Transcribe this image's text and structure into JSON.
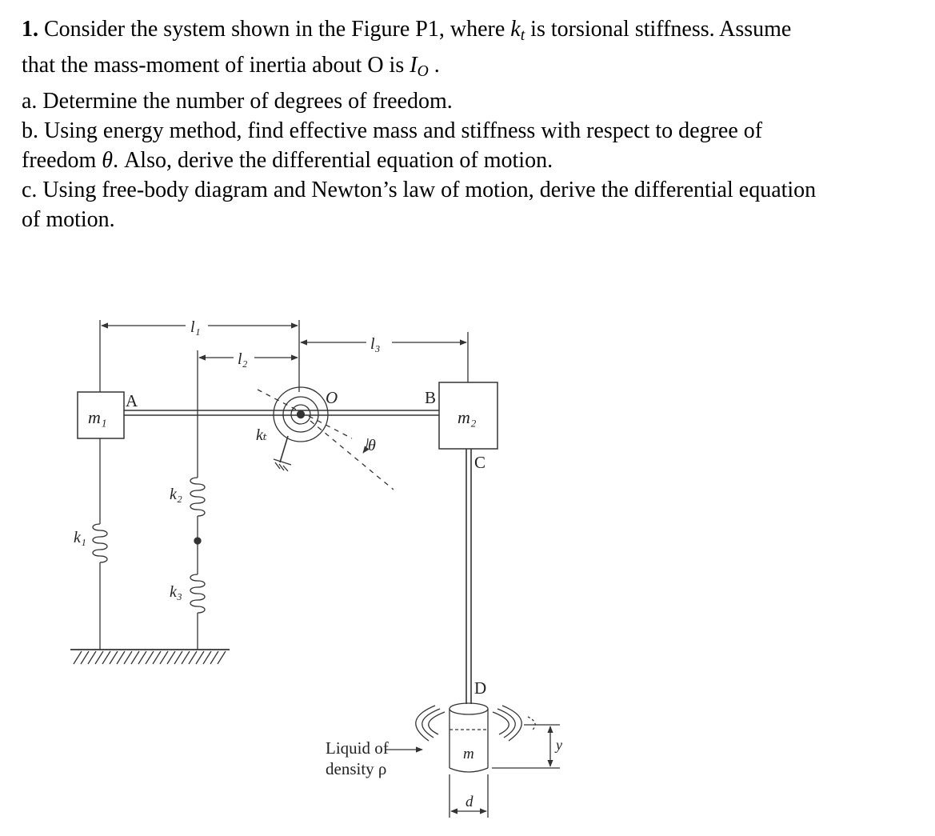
{
  "problem": {
    "number": "1.",
    "line1_pre": " Consider the system shown in the Figure P1, where ",
    "kt_base": "k",
    "kt_sub": "t",
    "line1_post": " is torsional stiffness. Assume",
    "line2_pre": "that the mass-moment of inertia about O is ",
    "io_base": "I",
    "io_sub": "O",
    "line2_post": " .",
    "part_a": "a. Determine the number of degrees of freedom.",
    "part_b_1": "b. Using energy method, find effective mass and stiffness with respect to degree of",
    "part_b_2_pre": "freedom ",
    "theta": "θ",
    "part_b_2_post": ". Also, derive the differential equation of motion.",
    "part_c_1": "c. Using free-body diagram and Newton’s law of motion, derive the differential equation",
    "part_c_2": "of motion."
  },
  "figure": {
    "labels": {
      "l1": "l₁",
      "l2": "l₂",
      "l3": "l₃",
      "A": "A",
      "O": "O",
      "B": "B",
      "C": "C",
      "D": "D",
      "m1": "m₁",
      "m2": "m₂",
      "m": "m",
      "kt": "kₜ",
      "k1": "k₁",
      "k2": "k₂",
      "k3": "k₃",
      "theta": "θ",
      "liquid_line1": "Liquid of",
      "liquid_line2": "density ρ",
      "d": "d",
      "y": "y"
    }
  }
}
